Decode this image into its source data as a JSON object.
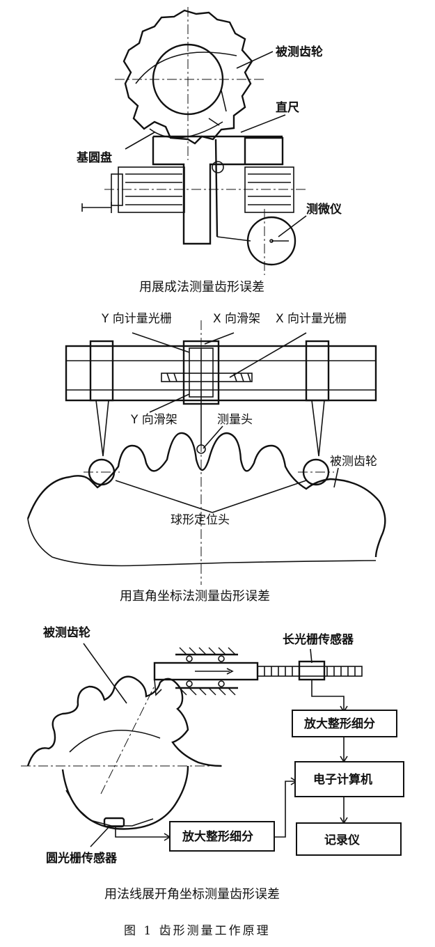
{
  "panel1": {
    "labels": {
      "gear": "被测齿轮",
      "ruler": "直尺",
      "base_circle": "基圆盘",
      "micrometer": "测微仪"
    },
    "caption": "用展成法测量齿形误差"
  },
  "panel2": {
    "labels": {
      "y_grating": "Y 向计量光栅",
      "x_slide": "X 向滑架",
      "x_grating": "X 向计量光栅",
      "y_slide": "Y 向滑架",
      "probe": "测量头",
      "gear": "被测齿轮",
      "ball_locators": "球形定位头"
    },
    "caption": "用直角坐标法测量齿形误差"
  },
  "panel3": {
    "labels": {
      "gear": "被测齿轮",
      "long_grating": "长光栅传感器",
      "circular_grating": "圆光栅传感器"
    },
    "boxes": {
      "amp_upper": "放大整形细分",
      "computer": "电子计算机",
      "recorder": "记录仪",
      "amp_lower": "放大整形细分"
    },
    "caption": "用法线展开角坐标测量齿形误差"
  },
  "figure_caption": "图 1   齿形测量工作原理"
}
